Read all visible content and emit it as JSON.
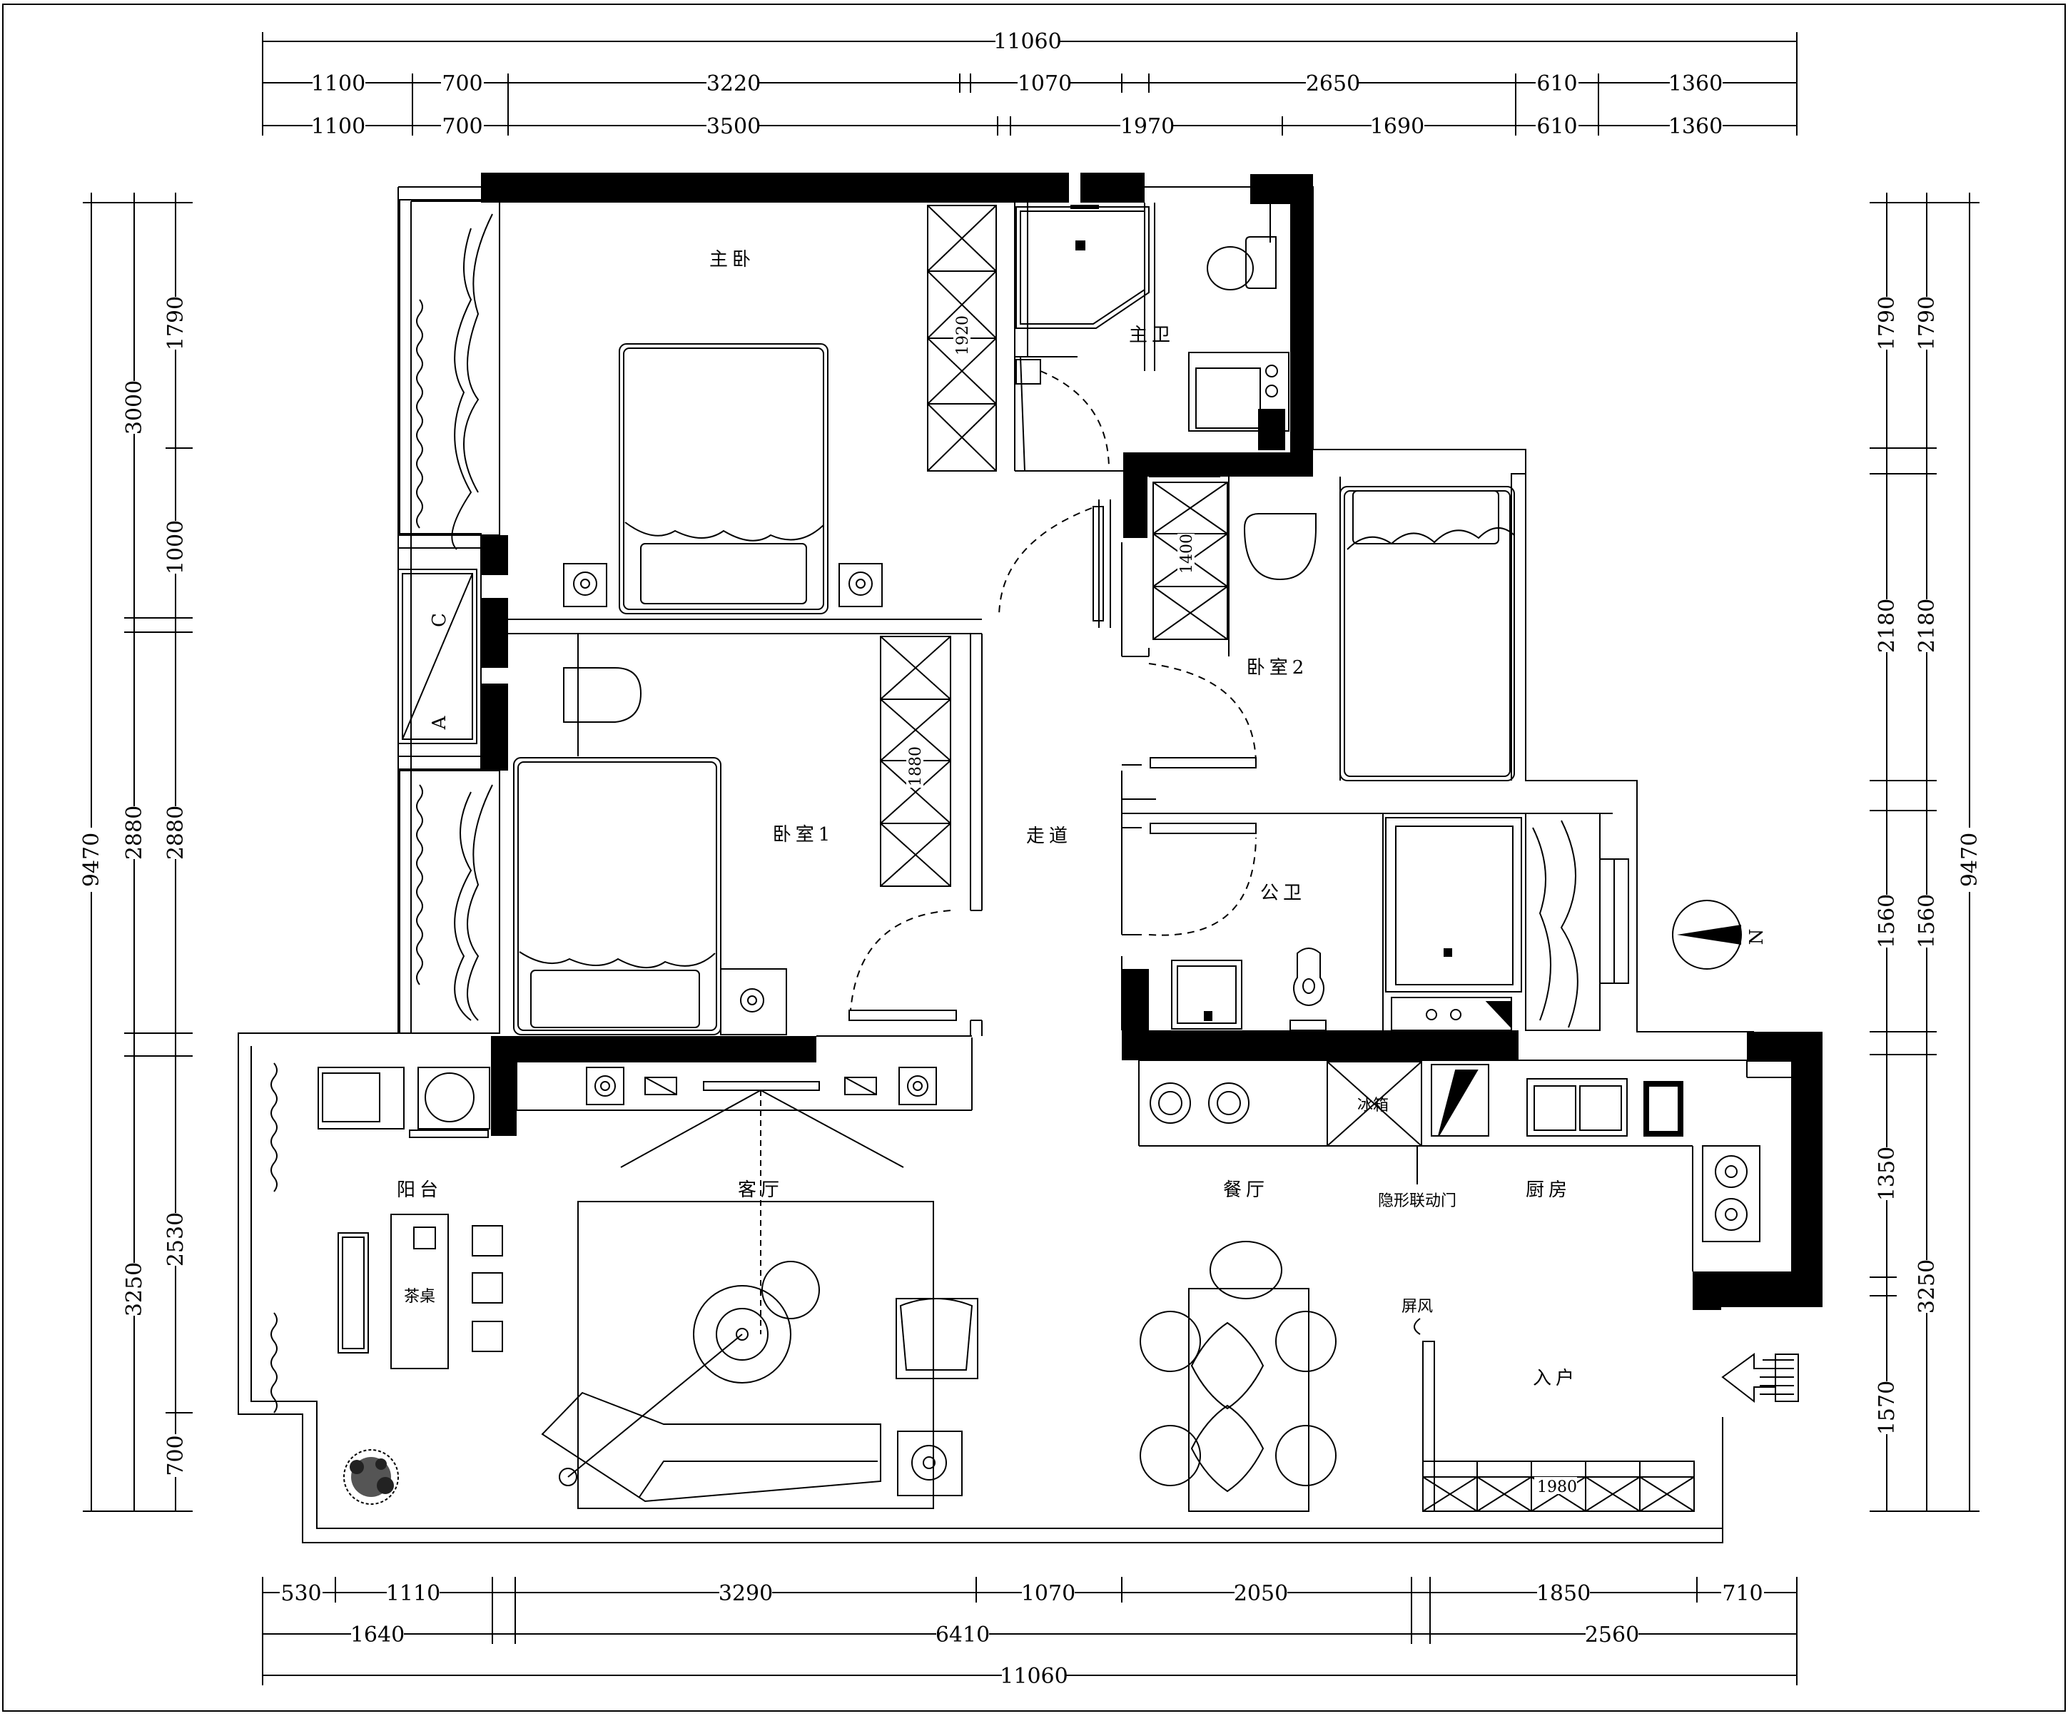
{
  "dimensions": {
    "top_total": "11060",
    "top_row1": [
      "1100",
      "700",
      "3220",
      "1070",
      "2650",
      "610",
      "1360"
    ],
    "top_row2": [
      "1100",
      "700",
      "3500",
      "1970",
      "1690",
      "610",
      "1360"
    ],
    "bottom_row1": [
      "530",
      "1110",
      "3290",
      "1070",
      "2050",
      "1850",
      "710"
    ],
    "bottom_row2": [
      "1640",
      "6410",
      "2560"
    ],
    "bottom_total": "11060",
    "left_total": "9470",
    "left_mid": [
      "3000",
      "2880",
      "3250"
    ],
    "left_inner": [
      "1790",
      "1000",
      "2880",
      "2530",
      "700"
    ],
    "right_inner": [
      "1790",
      "2180",
      "1560",
      "1350",
      "1570"
    ],
    "right_mid": [
      "1790",
      "2180",
      "1560",
      "3250"
    ],
    "right_total": "9470",
    "annotations": [
      "1920",
      "1400",
      "1880",
      "1980"
    ]
  },
  "rooms": {
    "master_bedroom": "主卧",
    "master_bath": "主卫",
    "bedroom1": "卧室1",
    "bedroom2": "卧室2",
    "corridor": "走道",
    "public_bath": "公卫",
    "balcony": "阳台",
    "living_room": "客厅",
    "dining_room": "餐厅",
    "kitchen": "厨房",
    "entrance": "入户",
    "hidden_door": "隐形联动门",
    "screen": "屏风",
    "fridge": "冰箱",
    "tea_table": "茶桌"
  },
  "markers": {
    "window_a": "A",
    "window_c": "C",
    "north": "N"
  }
}
